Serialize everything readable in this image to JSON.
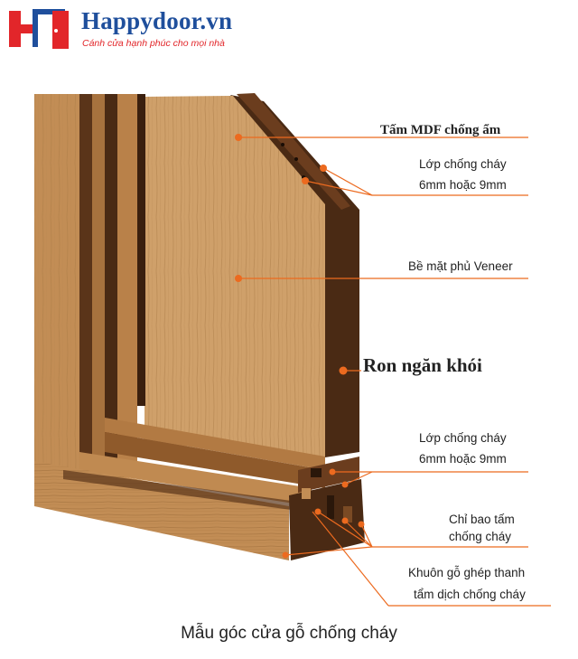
{
  "brand": {
    "name": "Happydoor.vn",
    "tagline": "Cánh cửa hạnh phúc cho mọi nhà",
    "logo_text": "HD",
    "colors": {
      "red": "#e2262a",
      "blue": "#1f4f9c"
    }
  },
  "callouts": [
    {
      "text": "Tấm MDF chống ẩm"
    },
    {
      "text": "Lớp chống cháy"
    },
    {
      "text": "6mm hoặc 9mm"
    },
    {
      "text": "Bề mặt phủ Veneer"
    },
    {
      "text": "Ron ngăn khói"
    },
    {
      "text": "Lớp chống cháy"
    },
    {
      "text": "6mm hoặc 9mm"
    },
    {
      "text": "Chỉ bao tấm"
    },
    {
      "text": "chống cháy"
    },
    {
      "text": "Khuôn gỗ ghép thanh"
    },
    {
      "text": "tẩm dịch chống cháy"
    }
  ],
  "caption": "Mẫu góc cửa gỗ chống cháy",
  "colors": {
    "leader": "#ec6a1f",
    "wood_light": "#c99a62",
    "wood_dark": "#4a2a14"
  }
}
